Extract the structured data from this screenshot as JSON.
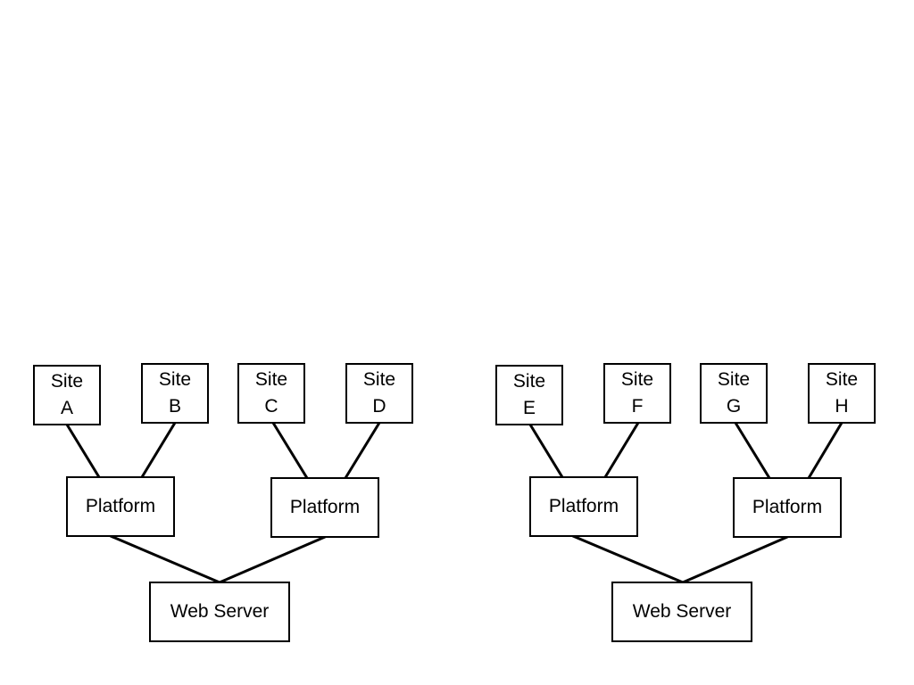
{
  "diagrams": [
    {
      "sites": [
        {
          "line1": "Site",
          "line2": "A"
        },
        {
          "line1": "Site",
          "line2": "B"
        },
        {
          "line1": "Site",
          "line2": "C"
        },
        {
          "line1": "Site",
          "line2": "D"
        }
      ],
      "platforms": [
        {
          "label": "Platform"
        },
        {
          "label": "Platform"
        }
      ],
      "server": {
        "label": "Web Server"
      }
    },
    {
      "sites": [
        {
          "line1": "Site",
          "line2": "E"
        },
        {
          "line1": "Site",
          "line2": "F"
        },
        {
          "line1": "Site",
          "line2": "G"
        },
        {
          "line1": "Site",
          "line2": "H"
        }
      ],
      "platforms": [
        {
          "label": "Platform"
        },
        {
          "label": "Platform"
        }
      ],
      "server": {
        "label": "Web Server"
      }
    }
  ],
  "colors": {
    "stroke": "#000000",
    "background": "#ffffff"
  }
}
